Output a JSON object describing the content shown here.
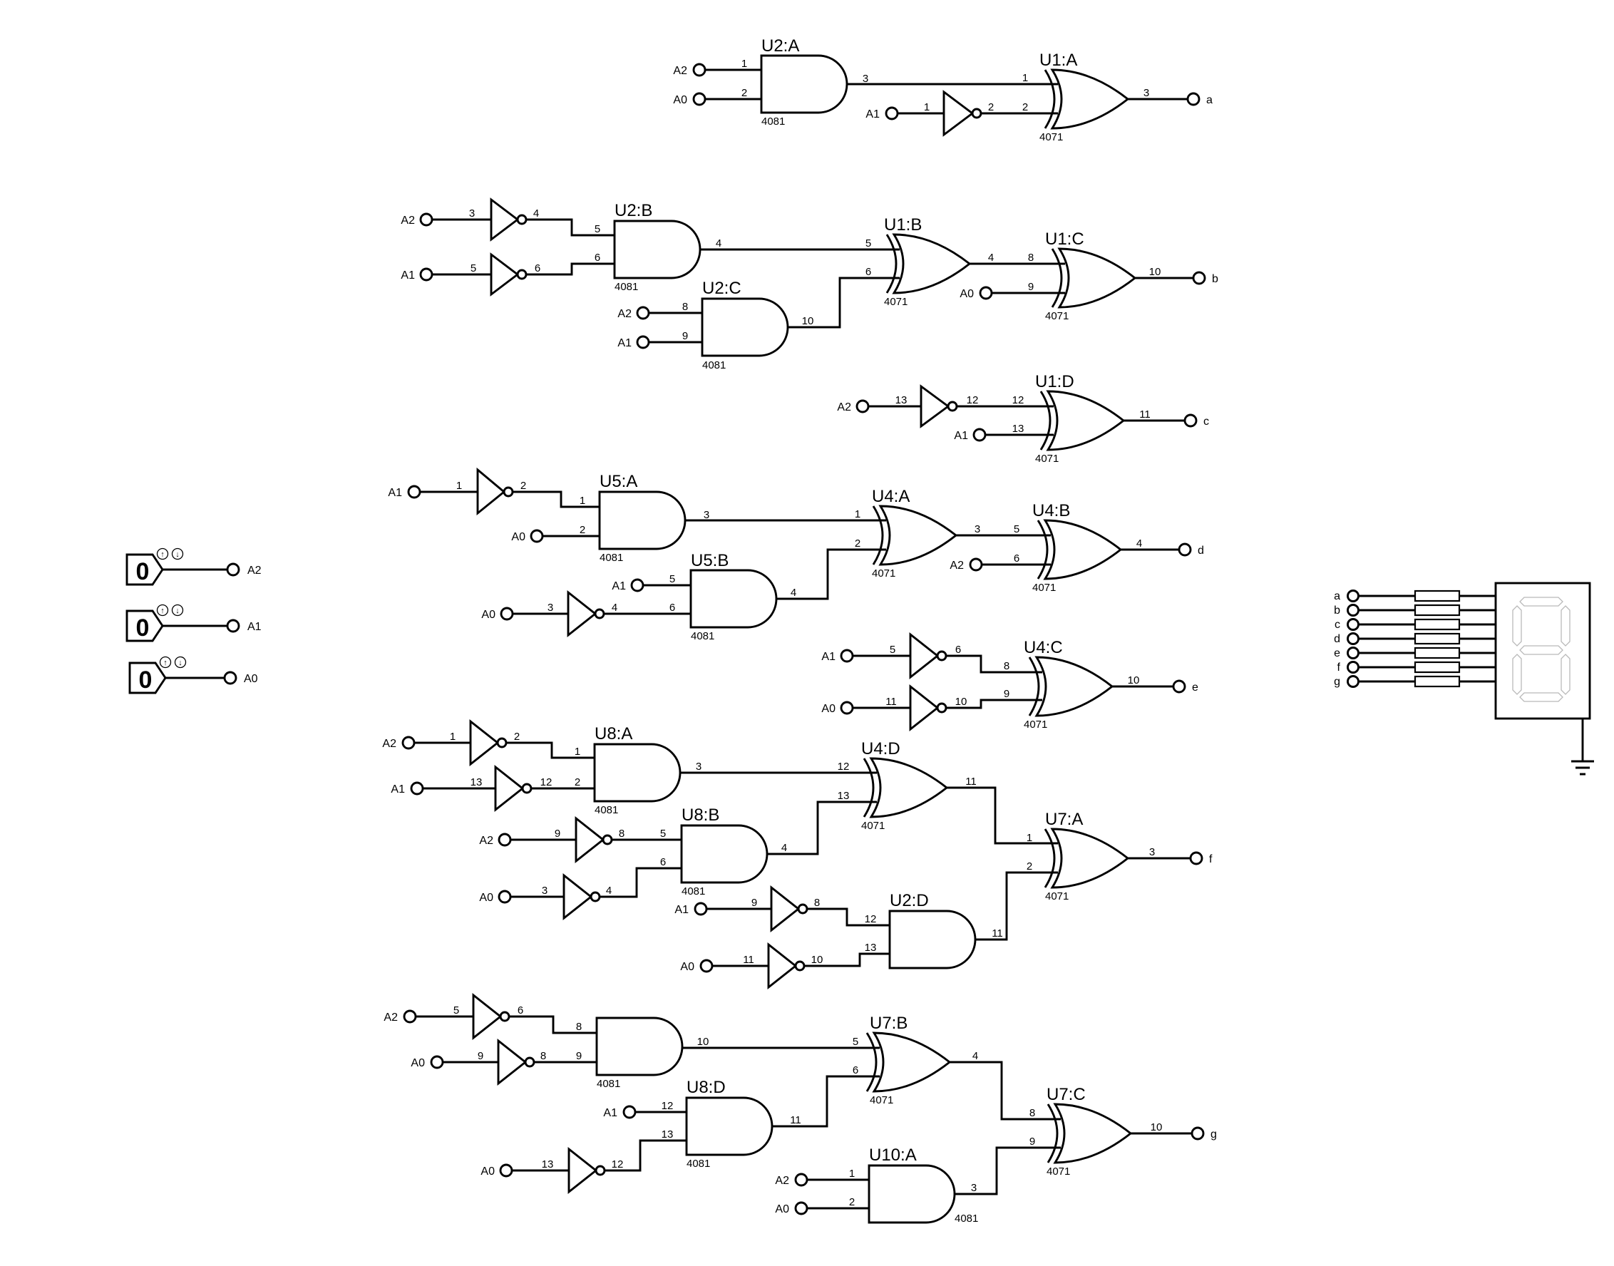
{
  "switches": [
    {
      "value": "0",
      "label": "A2"
    },
    {
      "value": "0",
      "label": "A1"
    },
    {
      "value": "0",
      "label": "A0"
    }
  ],
  "gates": {
    "u2a": {
      "ref": "U2:A",
      "part": "4081",
      "in1": "1",
      "in2": "2",
      "out": "3"
    },
    "u1a": {
      "ref": "U1:A",
      "part": "4071",
      "in1": "1",
      "in2": "2",
      "out": "3"
    },
    "u2b": {
      "ref": "U2:B",
      "part": "4081",
      "in1": "5",
      "in2": "6",
      "out": "4"
    },
    "u1b": {
      "ref": "U1:B",
      "part": "4071",
      "in1": "5",
      "in2": "6",
      "out": "4"
    },
    "u1c": {
      "ref": "U1:C",
      "part": "4071",
      "in1": "8",
      "in2": "9",
      "out": "10"
    },
    "u2c": {
      "ref": "U2:C",
      "part": "4081",
      "in1": "8",
      "in2": "9",
      "out": "10"
    },
    "u1d": {
      "ref": "U1:D",
      "part": "4071",
      "in1": "12",
      "in2": "13",
      "out": "11"
    },
    "u5a": {
      "ref": "U5:A",
      "part": "4081",
      "in1": "1",
      "in2": "2",
      "out": "3"
    },
    "u4a": {
      "ref": "U4:A",
      "part": "4071",
      "in1": "1",
      "in2": "2",
      "out": "3"
    },
    "u4b": {
      "ref": "U4:B",
      "part": "4071",
      "in1": "5",
      "in2": "6",
      "out": "4"
    },
    "u5b": {
      "ref": "U5:B",
      "part": "4081",
      "in1": "5",
      "in2": "6",
      "out": "4"
    },
    "u4c": {
      "ref": "U4:C",
      "part": "4071",
      "in1": "8",
      "in2": "9",
      "out": "10"
    },
    "u8a": {
      "ref": "U8:A",
      "part": "4081",
      "in1": "1",
      "in2": "2",
      "out": "3"
    },
    "u4d": {
      "ref": "U4:D",
      "part": "4071",
      "in1": "12",
      "in2": "13",
      "out": "11"
    },
    "u8b": {
      "ref": "U8:B",
      "part": "4081",
      "in1": "5",
      "in2": "6",
      "out": "4"
    },
    "u7a": {
      "ref": "U7:A",
      "part": "4071",
      "in1": "1",
      "in2": "2",
      "out": "3"
    },
    "u2d": {
      "ref": "U2:D",
      "part": "",
      "in1": "12",
      "in2": "13",
      "out": "11"
    },
    "u8c": {
      "ref": "",
      "part": "4081",
      "in1": "8",
      "in2": "9",
      "out": "10"
    },
    "u7b": {
      "ref": "U7:B",
      "part": "4071",
      "in1": "5",
      "in2": "6",
      "out": "4"
    },
    "u8d": {
      "ref": "U8:D",
      "part": "4081",
      "in1": "12",
      "in2": "13",
      "out": "11"
    },
    "u7c": {
      "ref": "U7:C",
      "part": "4071",
      "in1": "8",
      "in2": "9",
      "out": "10"
    },
    "u10a": {
      "ref": "U10:A",
      "part": "4081",
      "in1": "1",
      "in2": "2",
      "out": "3"
    }
  },
  "inverters": {
    "i1": {
      "in": "1",
      "out": "2"
    },
    "i2": {
      "in": "3",
      "out": "4"
    },
    "i3": {
      "in": "5",
      "out": "6"
    },
    "i4": {
      "in": "13",
      "out": "12"
    },
    "i5": {
      "in": "1",
      "out": "2"
    },
    "i6": {
      "in": "3",
      "out": "4"
    },
    "i7": {
      "in": "5",
      "out": "6"
    },
    "i8": {
      "in": "11",
      "out": "10"
    },
    "i9": {
      "in": "1",
      "out": "2"
    },
    "i10": {
      "in": "13",
      "out": "12"
    },
    "i11": {
      "in": "9",
      "out": "8"
    },
    "i12": {
      "in": "3",
      "out": "4"
    },
    "i13": {
      "in": "9",
      "out": "8"
    },
    "i14": {
      "in": "11",
      "out": "10"
    },
    "i15": {
      "in": "5",
      "out": "6"
    },
    "i16": {
      "in": "9",
      "out": "8"
    },
    "i17": {
      "in": "13",
      "out": "12"
    }
  },
  "input_terminals": {
    "t1": "A2",
    "t2": "A0",
    "t3": "A1",
    "t4": "A2",
    "t5": "A1",
    "t6": "A2",
    "t7": "A1",
    "t8": "A0",
    "t9": "A2",
    "t10": "A1",
    "t11": "A1",
    "t12": "A0",
    "t13": "A1",
    "t14": "A0",
    "t15": "A2",
    "t16": "A1",
    "t17": "A0",
    "t18": "A2",
    "t19": "A1",
    "t20": "A2",
    "t21": "A0",
    "t22": "A1",
    "t23": "A0",
    "t24": "A2",
    "t25": "A0",
    "t26": "A1",
    "t27": "A0",
    "t28": "A2",
    "t29": "A0"
  },
  "outputs": [
    "a",
    "b",
    "c",
    "d",
    "e",
    "f",
    "g"
  ],
  "display_inputs": [
    "a",
    "b",
    "c",
    "d",
    "e",
    "f",
    "g"
  ]
}
